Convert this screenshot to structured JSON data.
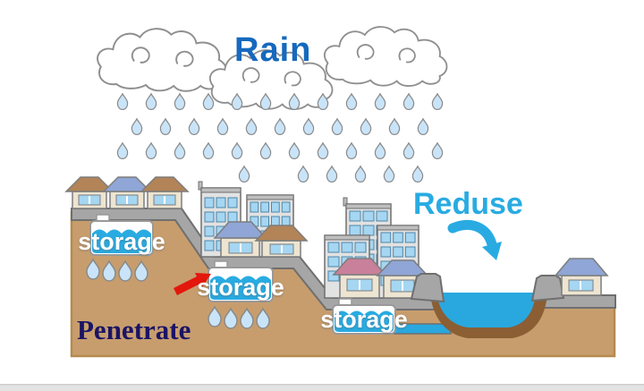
{
  "labels": {
    "rain": "Rain",
    "reduse": "Reduse",
    "penetrate": "Penetrate",
    "storage_tank_1": "storage",
    "storage_tank_2": "storage",
    "storage_tank_3": "storage"
  },
  "colors": {
    "rain_label": "#1569BE",
    "reduse_label": "#29ABE2",
    "penetrate_label": "#1B1464",
    "storage_label": "#FFFFFF",
    "tank_water": "#29ABE2",
    "river_water": "#29A8DF",
    "channel_lining": "#8B5E34",
    "red_arrow": "#E3170C",
    "reduse_arrow": "#29ABE2",
    "ground": "#C79D6E",
    "road": "#A6A6A6",
    "raindrop": "#C9E4F8"
  }
}
